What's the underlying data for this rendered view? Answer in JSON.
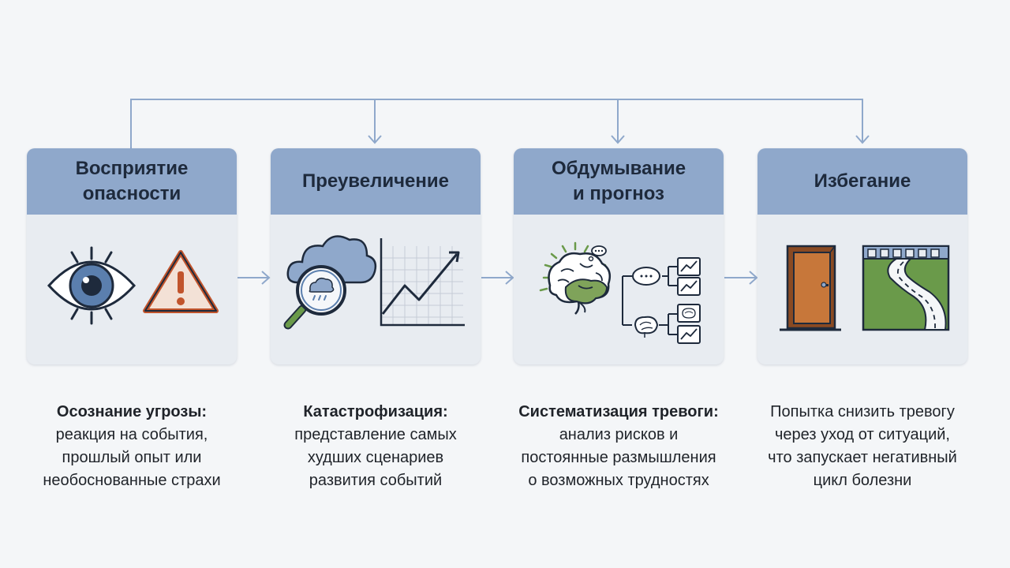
{
  "steps": [
    {
      "title": "Восприятие\nопасности",
      "desc_heading": "Осознание угрозы:",
      "desc_body": "реакция на события,\nпрошлый опыт или\nнеобоснованные страхи",
      "icons": [
        "eye-icon",
        "warning-triangle-icon"
      ]
    },
    {
      "title": "Преувеличение",
      "desc_heading": "Катастрофизация:",
      "desc_body": "представление самых\nхудших сценариев\nразвития событий",
      "icons": [
        "storm-cloud-magnifier-icon",
        "rising-chart-icon"
      ]
    },
    {
      "title": "Обдумывание\nи прогноз",
      "desc_heading": "Систематизация тревоги:",
      "desc_body": "анализ рисков и\nпостоянные размышления\nо возможных трудностях",
      "icons": [
        "brain-icon",
        "decision-tree-icon"
      ]
    },
    {
      "title": "Избегание",
      "desc_text": "Попытка снизить тревогу\nчерез уход от ситуаций,\nчто запускает негативный\nцикл болезни",
      "icons": [
        "door-icon",
        "winding-road-icon"
      ]
    }
  ],
  "colors": {
    "header": "#8fa8cb",
    "card": "#e8ecf1",
    "arrow": "#8fa8cb",
    "accent_green": "#6a9a4a",
    "accent_blue": "#5b7fae",
    "warning_red": "#c1542c"
  }
}
